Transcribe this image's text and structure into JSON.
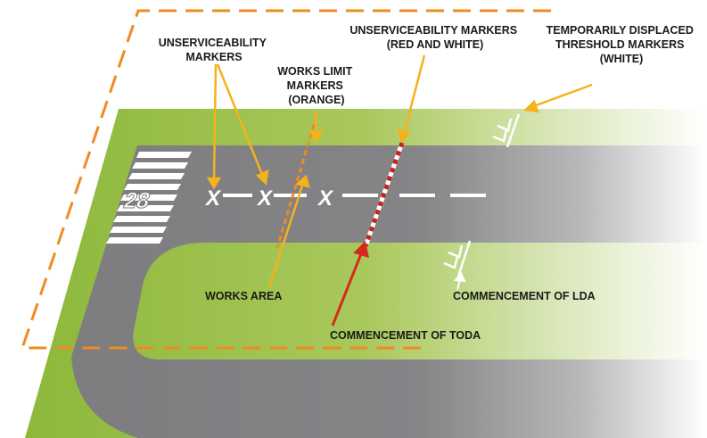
{
  "labels": {
    "unserviceability_markers": {
      "line1": "UNSERVICEABILITY",
      "line2": "MARKERS"
    },
    "works_limit_markers": {
      "line1": "WORKS LIMIT",
      "line2": "MARKERS",
      "line3": "(ORANGE)"
    },
    "unserviceability_red_white": {
      "line1": "UNSERVICEABILITY MARKERS",
      "line2": "(RED AND WHITE)"
    },
    "temporarily_displaced": {
      "line1": "TEMPORARILY DISPLACED",
      "line2": "THRESHOLD MARKERS",
      "line3": "(WHITE)"
    },
    "works_area": "WORKS AREA",
    "commencement_lda": "COMMENCEMENT OF LDA",
    "commencement_toda": "COMMENCEMENT OF TODA",
    "runway_designator": "28"
  },
  "colors": {
    "grass": "#8cb83a",
    "runway": "#7d7d80",
    "works_limit": "#f08a24",
    "callout": "#f5b21b",
    "toda_arrow": "#d42a1f",
    "marking": "#ffffff"
  }
}
